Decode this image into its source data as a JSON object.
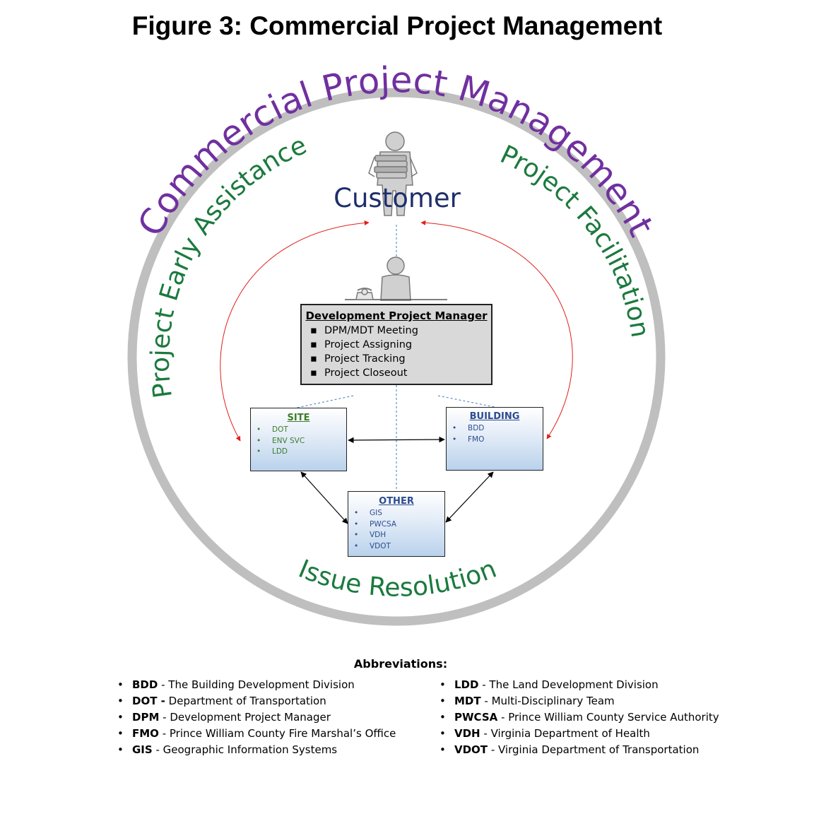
{
  "title": "Figure 3: Commercial Project Management",
  "colors": {
    "purple": "#7030a0",
    "green": "#1b7a3e",
    "navy": "#1f2f6b",
    "red_arrow": "#e0201c",
    "ring": "#bfbfbf",
    "site_text": "#3c7d2a",
    "blue_text": "#2c4c8f",
    "dashed": "#3a7fc1"
  },
  "ring": {
    "outer_label": "Commercial Project Management",
    "left_label": "Project Early Assistance",
    "right_label": "Project Facilitation",
    "bottom_label": "Issue Resolution"
  },
  "customer": {
    "label": "Customer",
    "icon": "person-carrying-books-icon"
  },
  "dpm_figure": {
    "icon": "person-at-desk-with-phone-icon"
  },
  "dpm": {
    "title": "Development Project Manager",
    "items": [
      "DPM/MDT Meeting",
      "Project Assigning",
      "Project Tracking",
      "Project Closeout"
    ]
  },
  "site": {
    "title": "SITE",
    "items": [
      "DOT",
      "ENV SVC",
      "LDD"
    ]
  },
  "building": {
    "title": "BUILDING",
    "items": [
      "BDD",
      "FMO"
    ]
  },
  "other": {
    "title": "OTHER",
    "items": [
      "GIS",
      "PWCSA",
      "VDH",
      "VDOT"
    ]
  },
  "abbreviations": {
    "title": "Abbreviations:",
    "left": [
      {
        "abbr": "BDD",
        "sep": " - ",
        "desc": "The Building Development Division"
      },
      {
        "abbr": "DOT -",
        "sep": " ",
        "desc": "Department of Transportation"
      },
      {
        "abbr": "DPM",
        "sep": "  - ",
        "desc": "Development Project Manager"
      },
      {
        "abbr": "FMO",
        "sep": " - ",
        "desc": "Prince William County Fire Marshal’s Office"
      },
      {
        "abbr": "GIS",
        "sep": " -  ",
        "desc": "Geographic Information Systems"
      }
    ],
    "right": [
      {
        "abbr": "LDD",
        "sep": " - ",
        "desc": "The Land Development Division"
      },
      {
        "abbr": "MDT",
        "sep": " - ",
        "desc": "Multi-Disciplinary Team"
      },
      {
        "abbr": "PWCSA",
        "sep": " - ",
        "desc": "Prince William County Service Authority"
      },
      {
        "abbr": "VDH",
        "sep": " - ",
        "desc": "Virginia Department of Health"
      },
      {
        "abbr": "VDOT",
        "sep": " - ",
        "desc": "Virginia Department of Transportation"
      }
    ]
  }
}
